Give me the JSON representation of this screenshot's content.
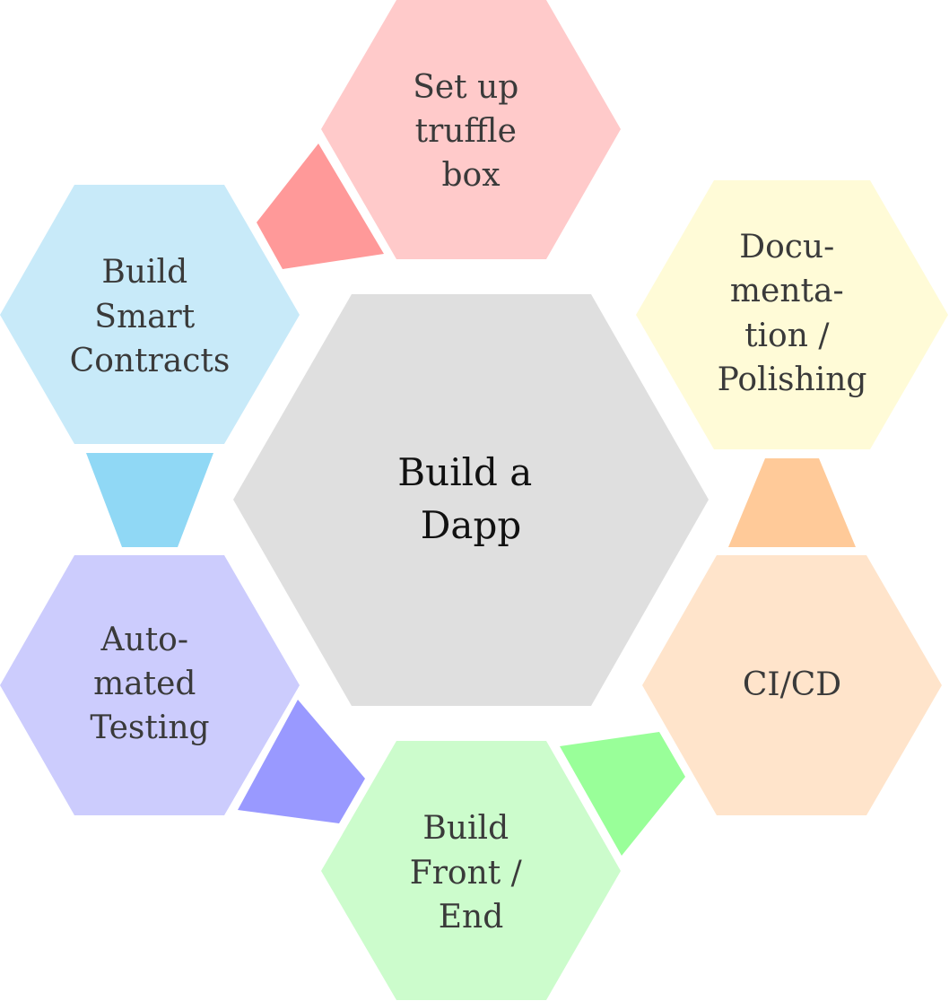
{
  "center": {
    "lines": [
      "Build a",
      "Dapp"
    ],
    "color": "#DFDFDF"
  },
  "steps": [
    {
      "id": "truffle",
      "lines": [
        "Set up",
        "truffle",
        "box"
      ],
      "color": "#FFCACA",
      "connector_color": "#FF9999"
    },
    {
      "id": "contracts",
      "lines": [
        "Build",
        "Smart",
        "Contracts"
      ],
      "color": "#C8EAF9",
      "connector_color": "#90D8F5"
    },
    {
      "id": "testing",
      "lines": [
        "Auto-",
        "mated",
        "Testing"
      ],
      "color": "#CCCCFD",
      "connector_color": "#9999FF"
    },
    {
      "id": "frontend",
      "lines": [
        "Build",
        "Front /",
        "End"
      ],
      "color": "#CCFCCC",
      "connector_color": "#99FF99"
    },
    {
      "id": "cicd",
      "lines": [
        "CI/CD"
      ],
      "color": "#FFE4CB",
      "connector_color": "#FFCA99"
    },
    {
      "id": "docs",
      "lines": [
        "Docu-",
        "menta-",
        "tion /",
        "Polishing"
      ],
      "color": "#FFFBD7"
    }
  ]
}
